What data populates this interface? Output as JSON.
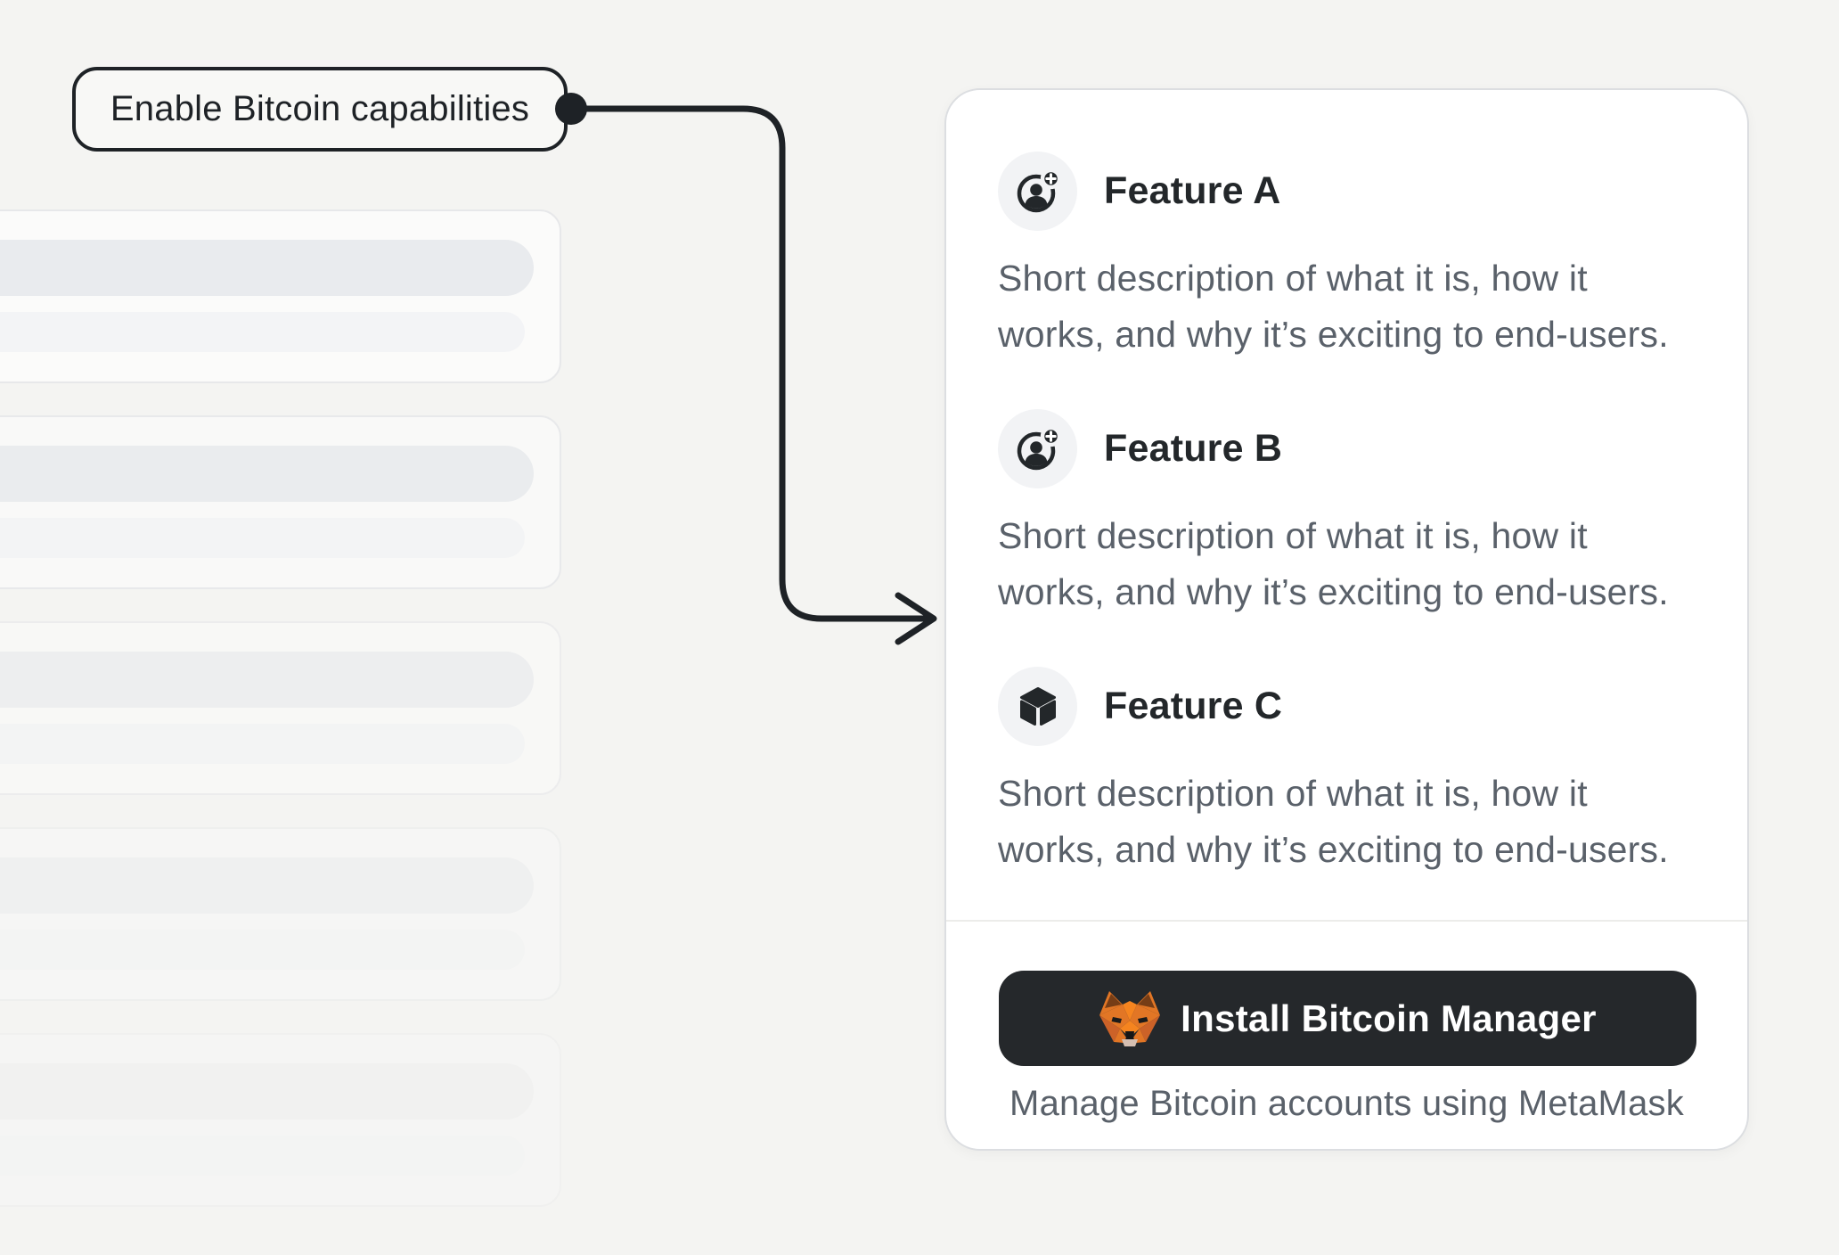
{
  "callout": {
    "label": "Enable Bitcoin capabilities"
  },
  "connector": {
    "shape": "elbow-arrow",
    "from": "callout",
    "to": "panel"
  },
  "skeleton": {
    "card_count": 5,
    "lines_per_card": 2,
    "note": "placeholder cards, no text visible"
  },
  "panel": {
    "features": [
      {
        "icon": "user-add-icon",
        "title": "Feature A",
        "description_lines": [
          "Short description of what it is, how it",
          "works, and why it’s exciting to end-users."
        ]
      },
      {
        "icon": "user-add-icon",
        "title": "Feature B",
        "description_lines": [
          "Short description of what it is, how it",
          "works, and why it’s exciting to end-users."
        ]
      },
      {
        "icon": "cube-icon",
        "title": "Feature C",
        "description_lines": [
          "Short description of what it is, how it",
          "works, and why it’s exciting to end-users."
        ]
      }
    ],
    "button": {
      "icon": "metamask-fox-icon",
      "label": "Install Bitcoin Manager"
    },
    "caption": "Manage Bitcoin accounts using MetaMask"
  },
  "colors": {
    "ink": "#1e2226",
    "muted-text": "#5a616a",
    "page-bg": "#f4f4f2",
    "button-bg": "#25282b",
    "fox-orange": "#e27625",
    "fox-bright": "#f5841f",
    "fox-dark-orange": "#cc6228",
    "fox-brown": "#763d16",
    "fox-tan": "#d5bfb2"
  }
}
